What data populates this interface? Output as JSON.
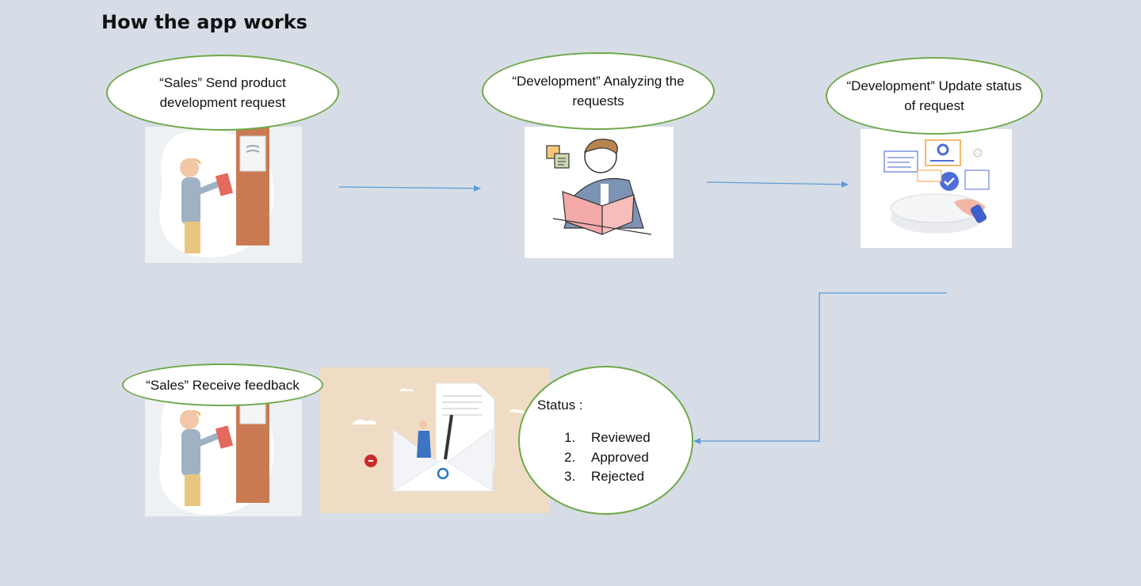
{
  "title": "How the app works",
  "steps": {
    "send": {
      "line1": "“Sales” Send product",
      "line2": "development request"
    },
    "analyze": {
      "line1": "“Development” Analyzing the",
      "line2": "requests"
    },
    "update": {
      "line1": "“Development” Update status",
      "line2": "of request"
    },
    "receive": {
      "line1": "“Sales” Receive feedback"
    }
  },
  "status": {
    "label": "Status :",
    "items": [
      {
        "num": "1.",
        "text": "Reviewed"
      },
      {
        "num": "2.",
        "text": "Approved"
      },
      {
        "num": "3.",
        "text": "Rejected"
      }
    ]
  },
  "colors": {
    "background": "#d6dde6",
    "bubble_border": "#6fa84a",
    "arrow": "#5b9bd5",
    "door": "#c97a52"
  }
}
